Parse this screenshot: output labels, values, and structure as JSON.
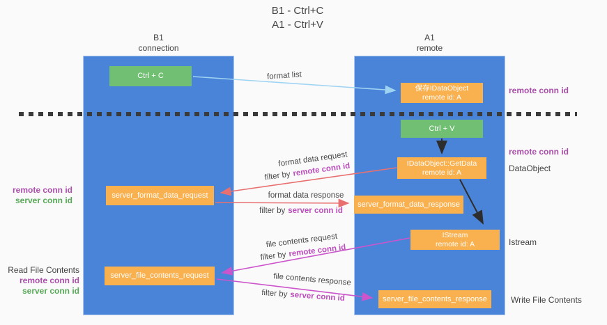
{
  "title": {
    "line1": "B1 - Ctrl+C",
    "line2": "A1 - Ctrl+V"
  },
  "lanes": {
    "left": {
      "name": "B1",
      "subtitle": "connection"
    },
    "right": {
      "name": "A1",
      "subtitle": "remote"
    }
  },
  "boxes": {
    "ctrl_c": {
      "label": "Ctrl + C"
    },
    "saved_idataobject": {
      "line1": "保存IDataObject",
      "line2": "remote id: A"
    },
    "ctrl_v": {
      "label": "Ctrl + V"
    },
    "getdata": {
      "line1": "IDataObject::GetData",
      "line2": "remote id: A"
    },
    "server_format_data_request": {
      "label": "server_format_data_request"
    },
    "server_format_data_response": {
      "label": "server_format_data_response"
    },
    "istream": {
      "line1": "IStream",
      "line2": "remote id: A"
    },
    "server_file_contents_request": {
      "label": "server_file_contents_request"
    },
    "server_file_contents_response": {
      "label": "server_file_contents_response"
    }
  },
  "flow_labels": {
    "format_list": "format list",
    "format_data_request": "format data request",
    "format_data_response": "format data response",
    "file_contents_request": "file contents request",
    "file_contents_response": "file contents response",
    "filter_by": "filter by",
    "remote_conn_id": "remote conn id",
    "server_conn_id": "server conn id"
  },
  "annotations": {
    "remote_conn_id": "remote conn id",
    "server_conn_id": "server conn id",
    "data_object": "DataObject",
    "istream": "Istream",
    "read_file_contents": "Read File Contents",
    "write_file_contents": "Write File Contents"
  },
  "colors": {
    "background": "#fafafa",
    "lane_blue": "#4a84d8",
    "box_orange": "#f9b04e",
    "box_green": "#71bf73",
    "arrow_light_blue": "#9fd3f2",
    "arrow_red": "#e97070",
    "arrow_magenta": "#cc55cc",
    "arrow_black": "#2d2d2d",
    "text_purple": "#aa4faa",
    "text_green": "#57a957",
    "text_dark": "#3f3f3f"
  }
}
